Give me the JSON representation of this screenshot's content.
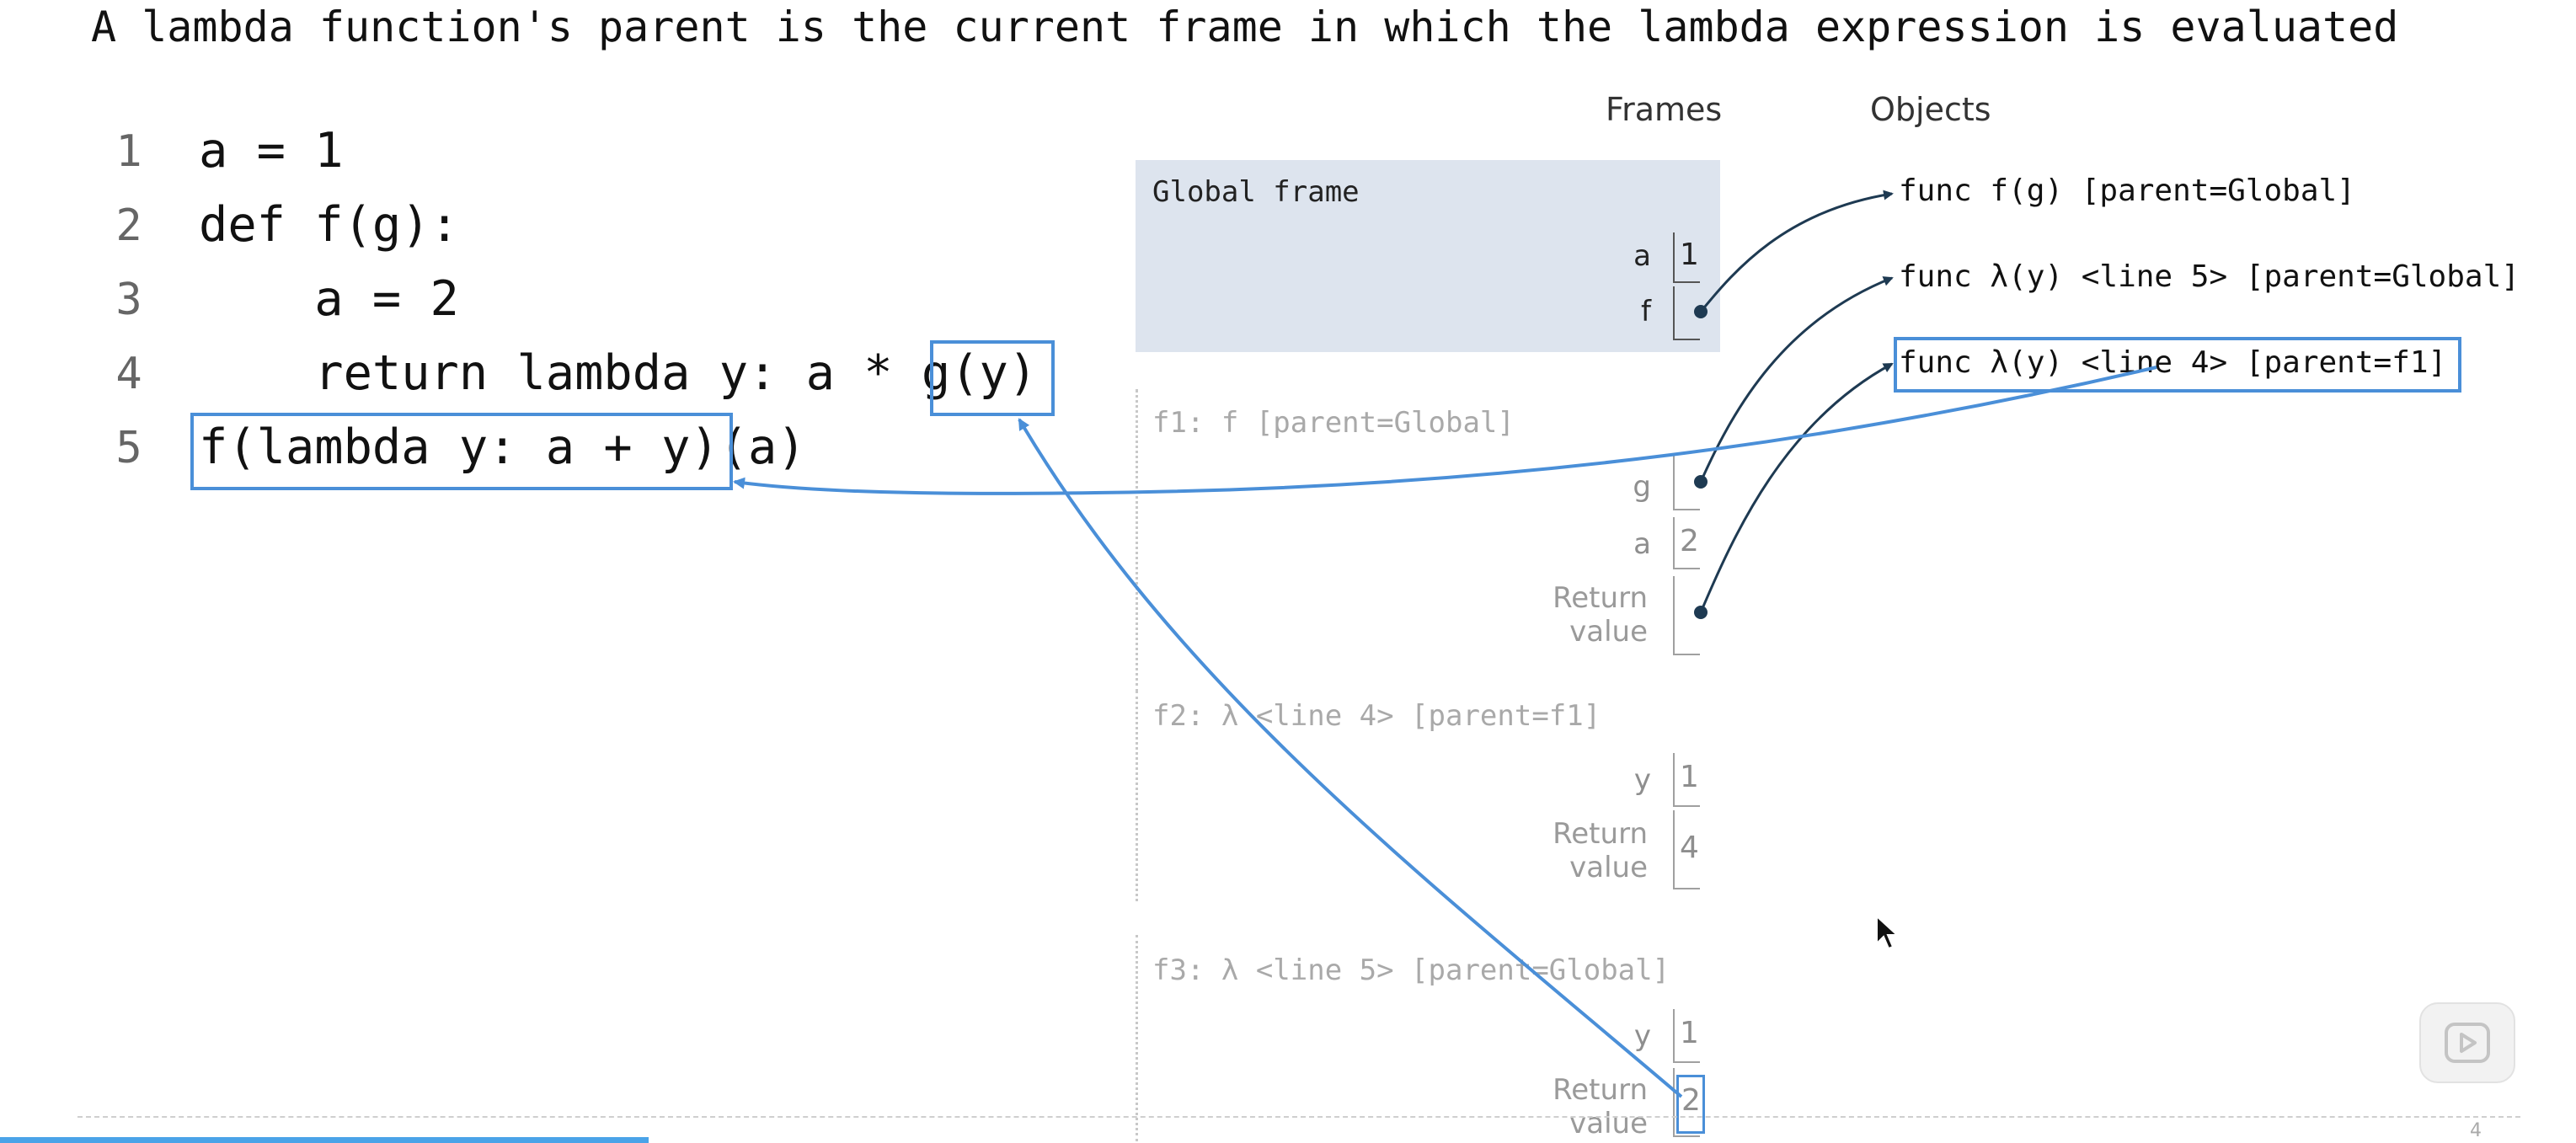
{
  "slide": {
    "title": "A lambda function's parent is the current frame in which the lambda expression is evaluated",
    "page_number": "4"
  },
  "code": {
    "lines": [
      {
        "number": "1",
        "text": "a = 1"
      },
      {
        "number": "2",
        "text": "def f(g):"
      },
      {
        "number": "3",
        "text": "    a = 2"
      },
      {
        "number": "4",
        "text": "    return lambda y: a * g(y)"
      },
      {
        "number": "5",
        "text": "f(lambda y: a + y)(a)"
      }
    ]
  },
  "diagram": {
    "frames_heading": "Frames",
    "objects_heading": "Objects",
    "global_frame": {
      "name": "Global frame",
      "vars": [
        {
          "name": "a",
          "value": "1"
        },
        {
          "name": "f",
          "value": ""
        }
      ]
    },
    "f1": {
      "name": "f1: f [parent=Global]",
      "vars": [
        {
          "name": "g",
          "value": ""
        },
        {
          "name": "a",
          "value": "2"
        }
      ],
      "return_label": "Return\nvalue"
    },
    "f2": {
      "name": "f2: λ <line 4> [parent=f1]",
      "vars": [
        {
          "name": "y",
          "value": "1"
        }
      ],
      "return_label": "Return\nvalue",
      "return_value": "4"
    },
    "f3": {
      "name": "f3: λ <line 5> [parent=Global]",
      "vars": [
        {
          "name": "y",
          "value": "1"
        }
      ],
      "return_label": "Return\nvalue",
      "return_value": "2"
    },
    "objects": [
      "func f(g) [parent=Global]",
      "func λ(y) <line 5> [parent=Global]",
      "func λ(y) <line 4> [parent=f1]"
    ]
  },
  "colors": {
    "highlight": "#4a8fd8",
    "pointer": "#1e3a52",
    "global_frame_bg": "#dde4ee",
    "progress": "#4aa3e8"
  },
  "icons": [
    "play-icon",
    "mouse-cursor-icon"
  ]
}
